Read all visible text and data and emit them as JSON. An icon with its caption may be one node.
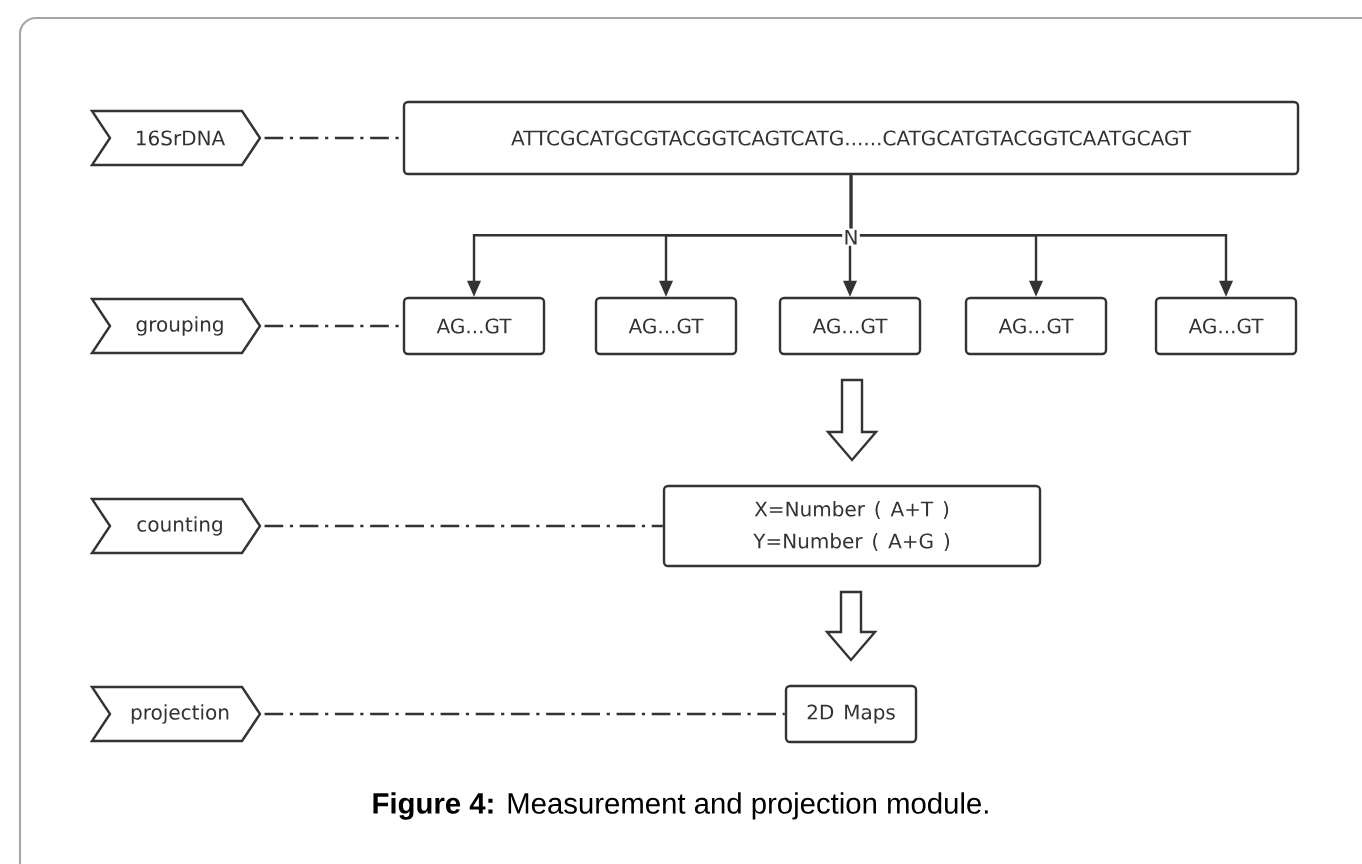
{
  "diagram": {
    "caption": "**Figure 4:** Measurement and projection module.",
    "nodes": [
      {
        "text": [
          "16SrDNA"
        ]
      },
      {
        "text": [
          "ATTCGCATGCGTACGGTCAGTCATG......CATGCATGTACGGTCAATGCAGT"
        ]
      },
      {
        "text": [
          "grouping"
        ]
      },
      {
        "text": [
          "AG...GT"
        ]
      },
      {
        "text": [
          "AG...GT"
        ]
      },
      {
        "text": [
          "AG...GT"
        ]
      },
      {
        "text": [
          "AG...GT"
        ]
      },
      {
        "text": [
          "AG...GT"
        ]
      },
      {
        "text": [
          "counting"
        ]
      },
      {
        "text": [
          "X=Number ( A+T ) Y=Number ( A+G )"
        ]
      },
      {
        "text": [
          "projection"
        ]
      },
      {
        "text": [
          "2D Maps"
        ]
      }
    ],
    "edges": [
      {
        "from": 0,
        "to": 1,
        "arrow": "none",
        "style": "dashed"
      },
      {
        "from": 1,
        "to": 3,
        "arrow": "to"
      },
      {
        "from": 1,
        "to": 4,
        "arrow": "to"
      },
      {
        "from": 1,
        "to": 5,
        "arrow": "to",
        "label": "N"
      },
      {
        "from": 1,
        "to": 6,
        "arrow": "to"
      },
      {
        "from": 1,
        "to": 7,
        "arrow": "to"
      },
      {
        "from": 2,
        "to": 3,
        "arrow": "none",
        "style": "dashed"
      },
      {
        "from": 5,
        "to": 9,
        "arrow": "to",
        "style": "thick"
      },
      {
        "from": 8,
        "to": 9,
        "arrow": "none",
        "style": "dashed"
      },
      {
        "from": 9,
        "to": 11,
        "arrow": "to",
        "style": "thick"
      },
      {
        "from": 10,
        "to": 11,
        "arrow": "none",
        "style": "dashed"
      }
    ]
  }
}
